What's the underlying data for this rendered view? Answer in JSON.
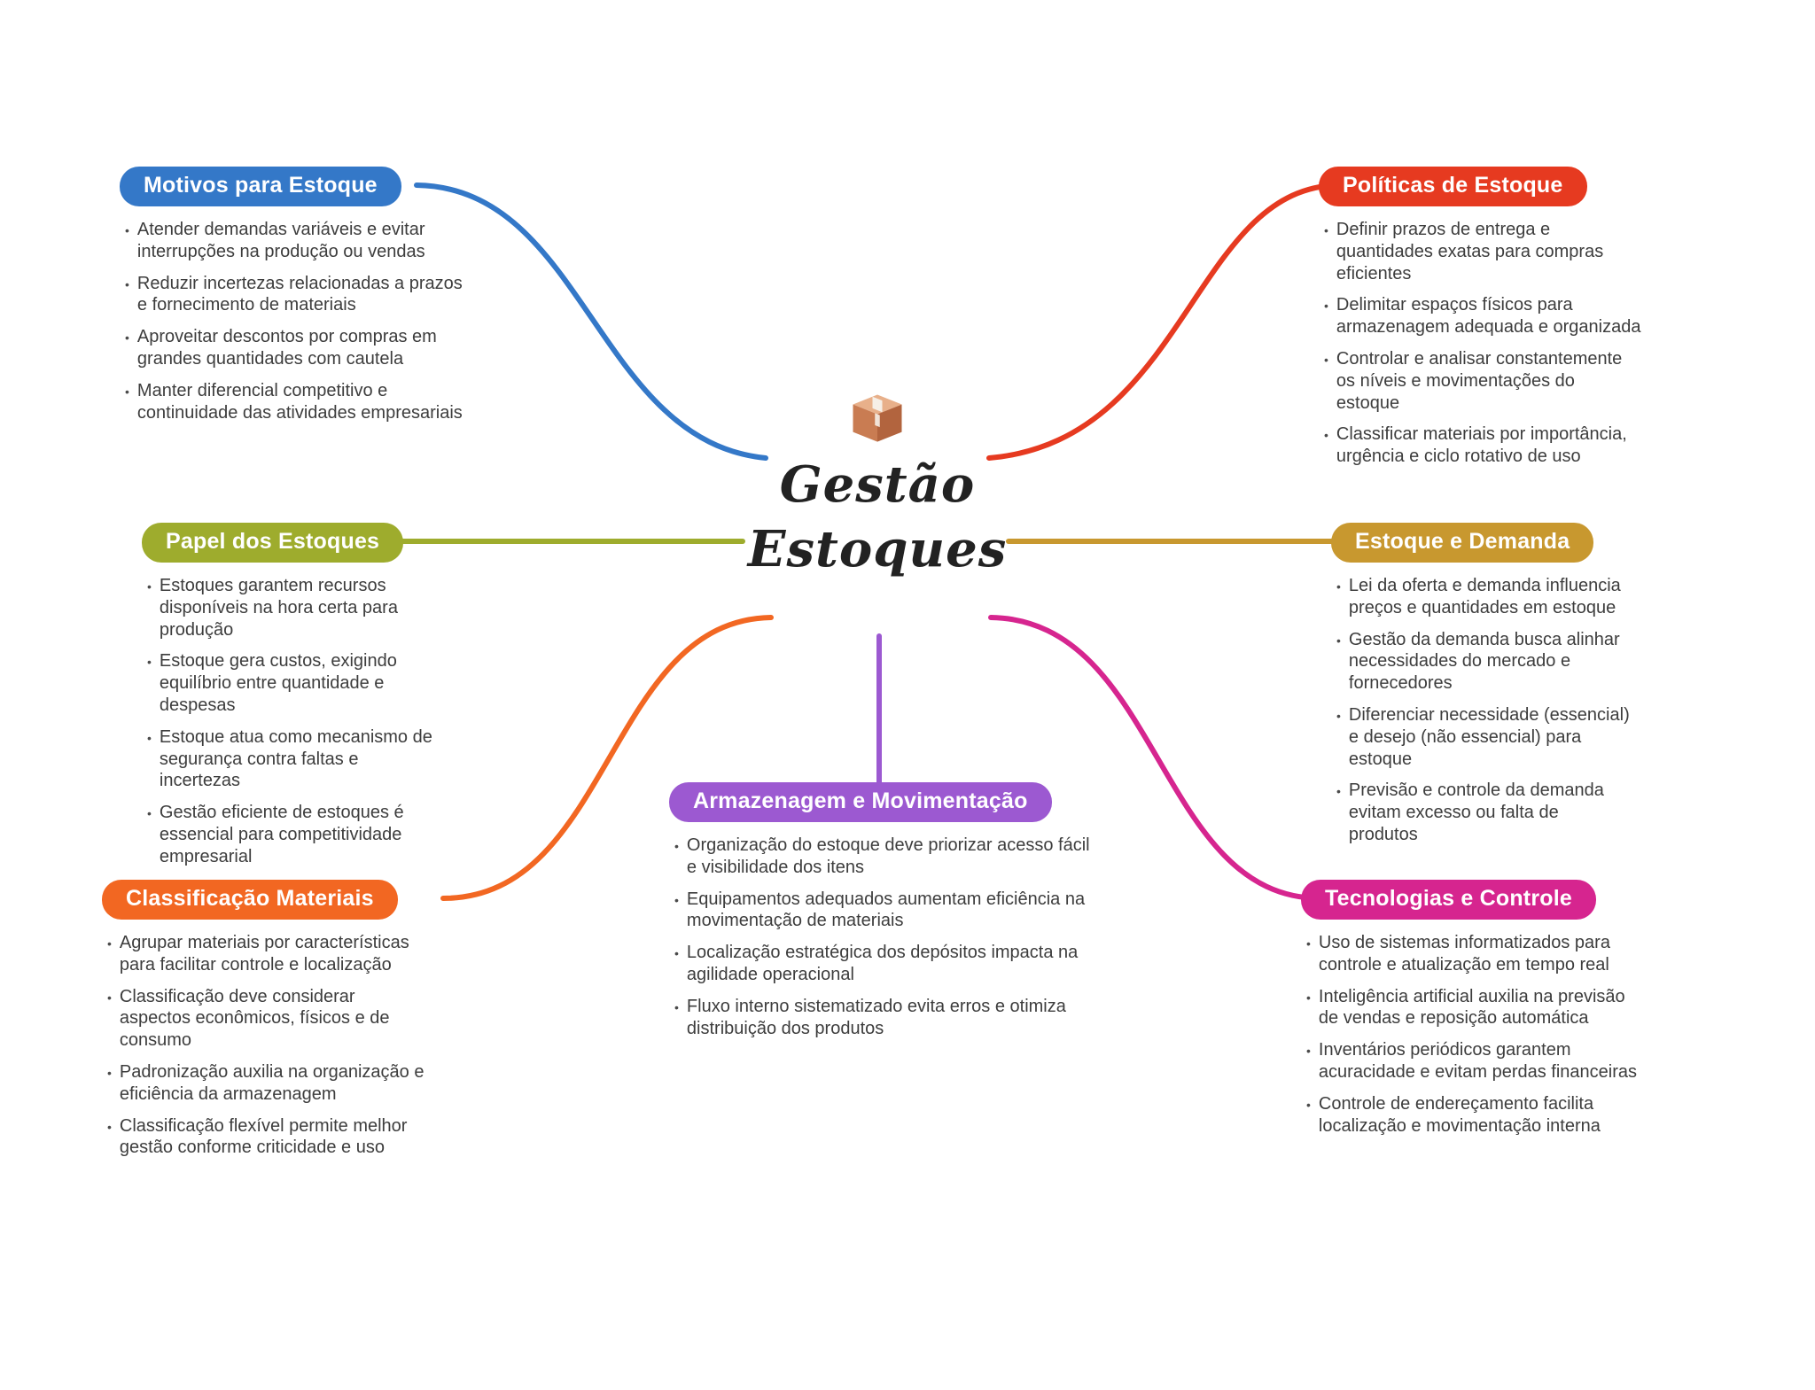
{
  "center": {
    "title_line1": "Gestão",
    "title_line2": "Estoques",
    "icon": "package-icon"
  },
  "style": {
    "background": "#ffffff",
    "text_color": "#3d3d3d"
  },
  "branches": [
    {
      "label": "Motivos para Estoque",
      "color": "#3478C8",
      "bullets": [
        "Atender demandas variáveis e evitar interrupções na produção ou vendas",
        "Reduzir incertezas relacionadas a prazos e fornecimento de materiais",
        "Aproveitar descontos por compras em grandes quantidades com cautela",
        "Manter diferencial competitivo e continuidade das atividades empresariais"
      ]
    },
    {
      "label": "Papel dos Estoques",
      "color": "#9EAC2D",
      "bullets": [
        "Estoques garantem recursos disponíveis na hora certa para produção",
        "Estoque gera custos, exigindo equilíbrio entre quantidade e despesas",
        "Estoque atua como mecanismo de segurança contra faltas e incertezas",
        "Gestão eficiente de estoques é essencial para competitividade empresarial"
      ]
    },
    {
      "label": "Classificação Materiais",
      "color": "#F26722",
      "bullets": [
        "Agrupar materiais por características para facilitar controle e localização",
        "Classificação deve considerar aspectos econômicos, físicos e de consumo",
        "Padronização auxilia na organização e eficiência da armazenagem",
        "Classificação flexível permite melhor gestão conforme criticidade e uso"
      ]
    },
    {
      "label": "Armazenagem e Movimentação",
      "color": "#9C59D1",
      "bullets": [
        "Organização do estoque deve priorizar acesso fácil e visibilidade dos itens",
        "Equipamentos adequados aumentam eficiência na movimentação de materiais",
        "Localização estratégica dos depósitos impacta na agilidade operacional",
        "Fluxo interno sistematizado evita erros e otimiza distribuição dos produtos"
      ]
    },
    {
      "label": "Políticas de Estoque",
      "color": "#E63A20",
      "bullets": [
        "Definir prazos de entrega e quantidades exatas para compras eficientes",
        "Delimitar espaços físicos para armazenagem adequada e organizada",
        "Controlar e analisar constantemente os níveis e movimentações do estoque",
        "Classificar materiais por importância, urgência e ciclo rotativo de uso"
      ]
    },
    {
      "label": "Estoque e Demanda",
      "color": "#C8982F",
      "bullets": [
        "Lei da oferta e demanda influencia preços e quantidades em estoque",
        "Gestão da demanda busca alinhar necessidades do mercado e fornecedores",
        "Diferenciar necessidade (essencial) e desejo (não essencial) para estoque",
        "Previsão e controle da demanda evitam excesso ou falta de produtos"
      ]
    },
    {
      "label": "Tecnologias e Controle",
      "color": "#D6258F",
      "bullets": [
        "Uso de sistemas informatizados para controle e atualização em tempo real",
        "Inteligência artificial auxilia na previsão de vendas e reposição automática",
        "Inventários periódicos garantem acuracidade e evitam perdas financeiras",
        "Controle de endereçamento facilita localização e movimentação interna"
      ]
    }
  ]
}
